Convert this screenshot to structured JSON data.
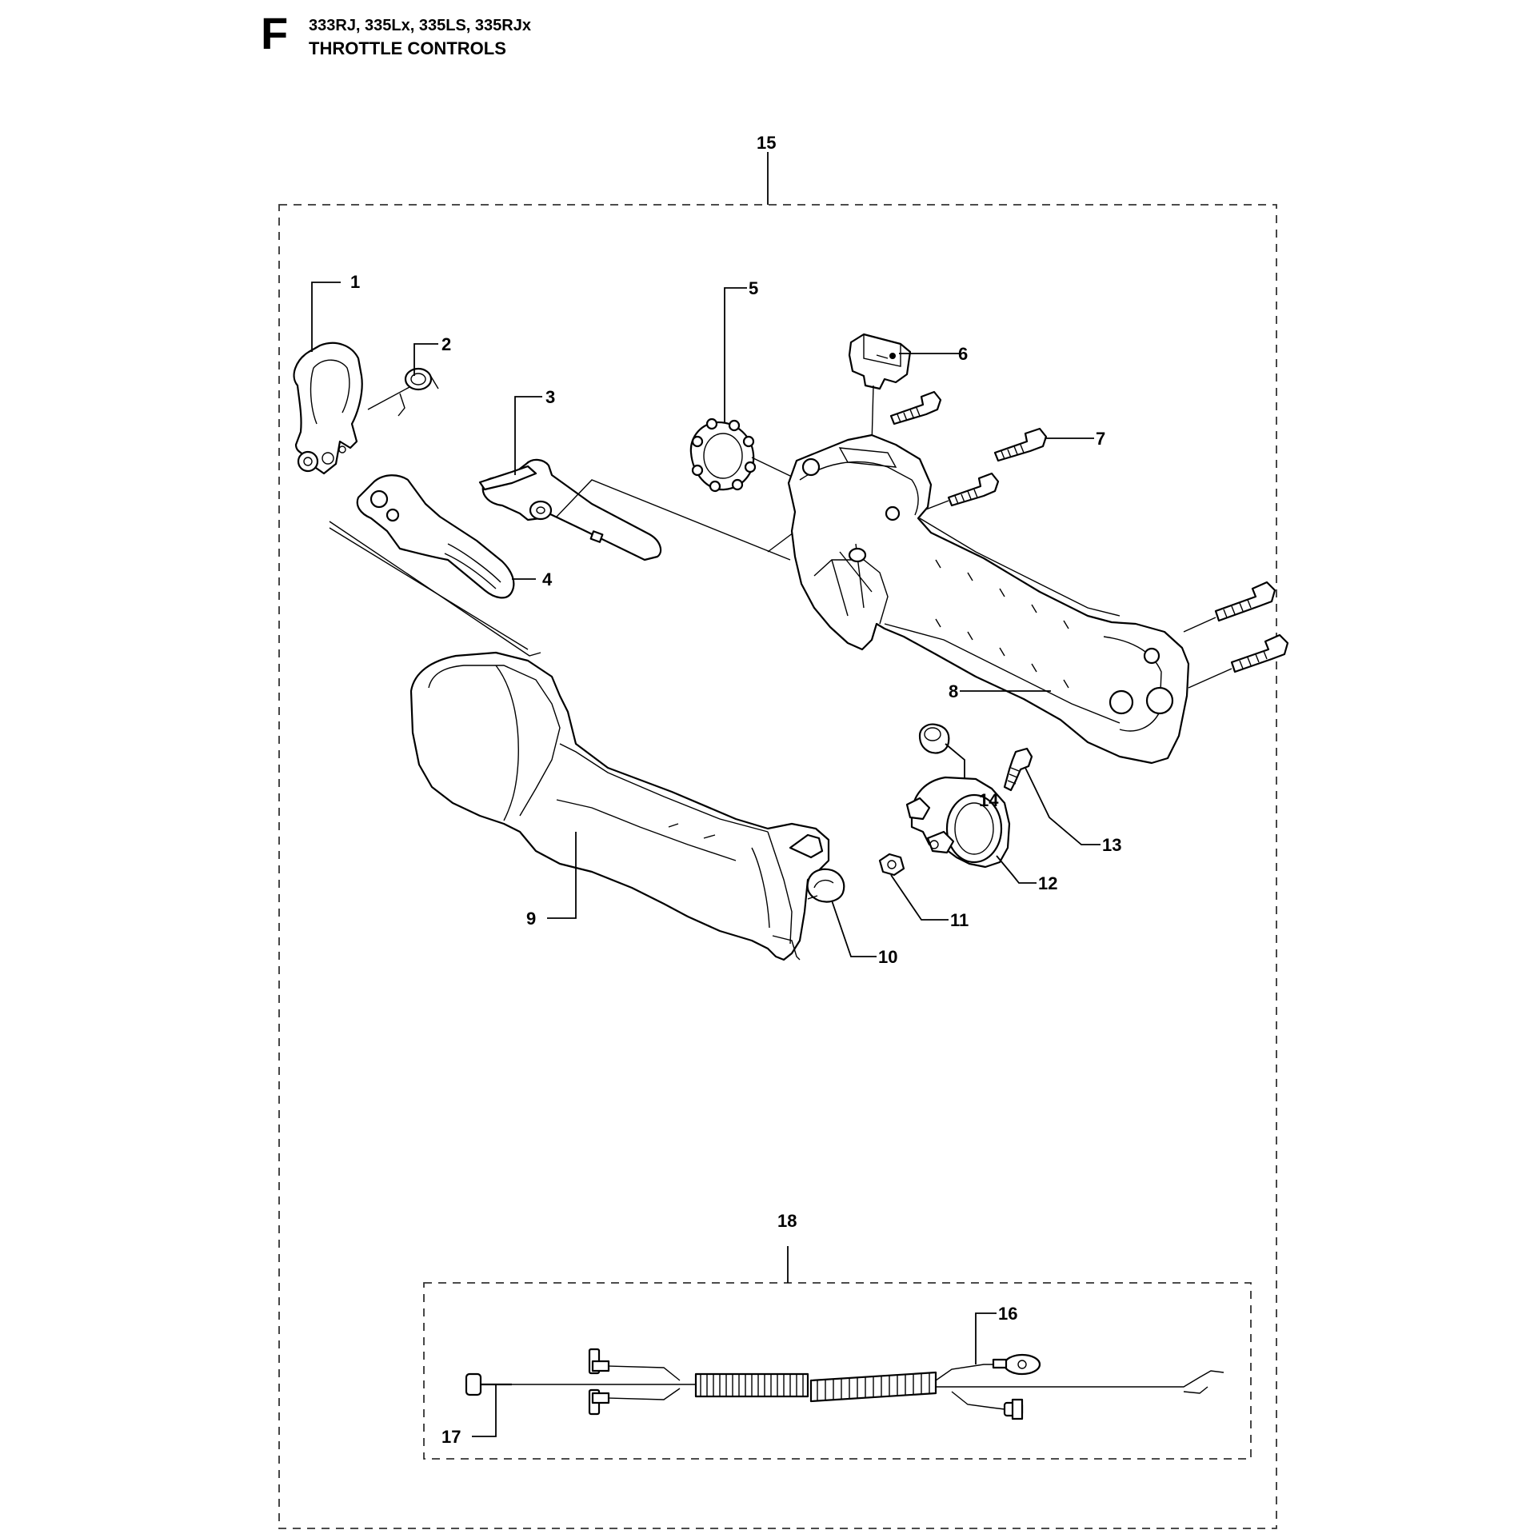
{
  "header": {
    "section_letter": "F",
    "models": "333RJ, 335Lx, 335LS, 335RJx",
    "title": "THROTTLE CONTROLS"
  },
  "callouts": [
    "1",
    "2",
    "3",
    "4",
    "5",
    "6",
    "7",
    "8",
    "9",
    "10",
    "11",
    "12",
    "13",
    "14",
    "15",
    "16",
    "17",
    "18"
  ],
  "assemblies": {
    "handle_assembly_ref": "15",
    "cable_harness_ref": "18"
  }
}
